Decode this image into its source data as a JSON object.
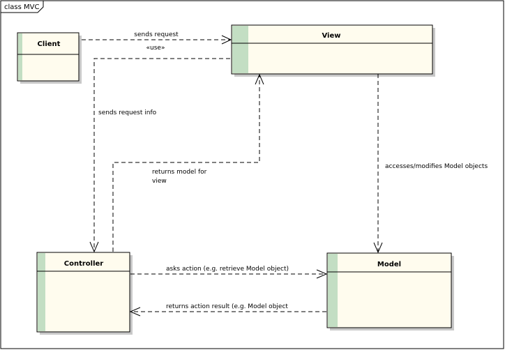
{
  "frame": {
    "title": "class MVC"
  },
  "classes": {
    "client": {
      "name": "Client"
    },
    "view": {
      "name": "View"
    },
    "controller": {
      "name": "Controller"
    },
    "model": {
      "name": "Model"
    }
  },
  "relations": {
    "client_view": {
      "label": "sends request",
      "stereotype": "«use»"
    },
    "view_controller": {
      "label": "sends request info"
    },
    "controller_view": {
      "label_line1": "returns model for",
      "label_line2": "view"
    },
    "view_model": {
      "label": "accesses/modifies Model objects"
    },
    "controller_model": {
      "label": "asks action (e.g. retrieve Model object)"
    },
    "model_controller": {
      "label": "returns action result (e.g. Model object"
    }
  },
  "colors": {
    "class_fill": "#fffcee",
    "class_stripe": "#c3dec3",
    "line": "#000000"
  }
}
